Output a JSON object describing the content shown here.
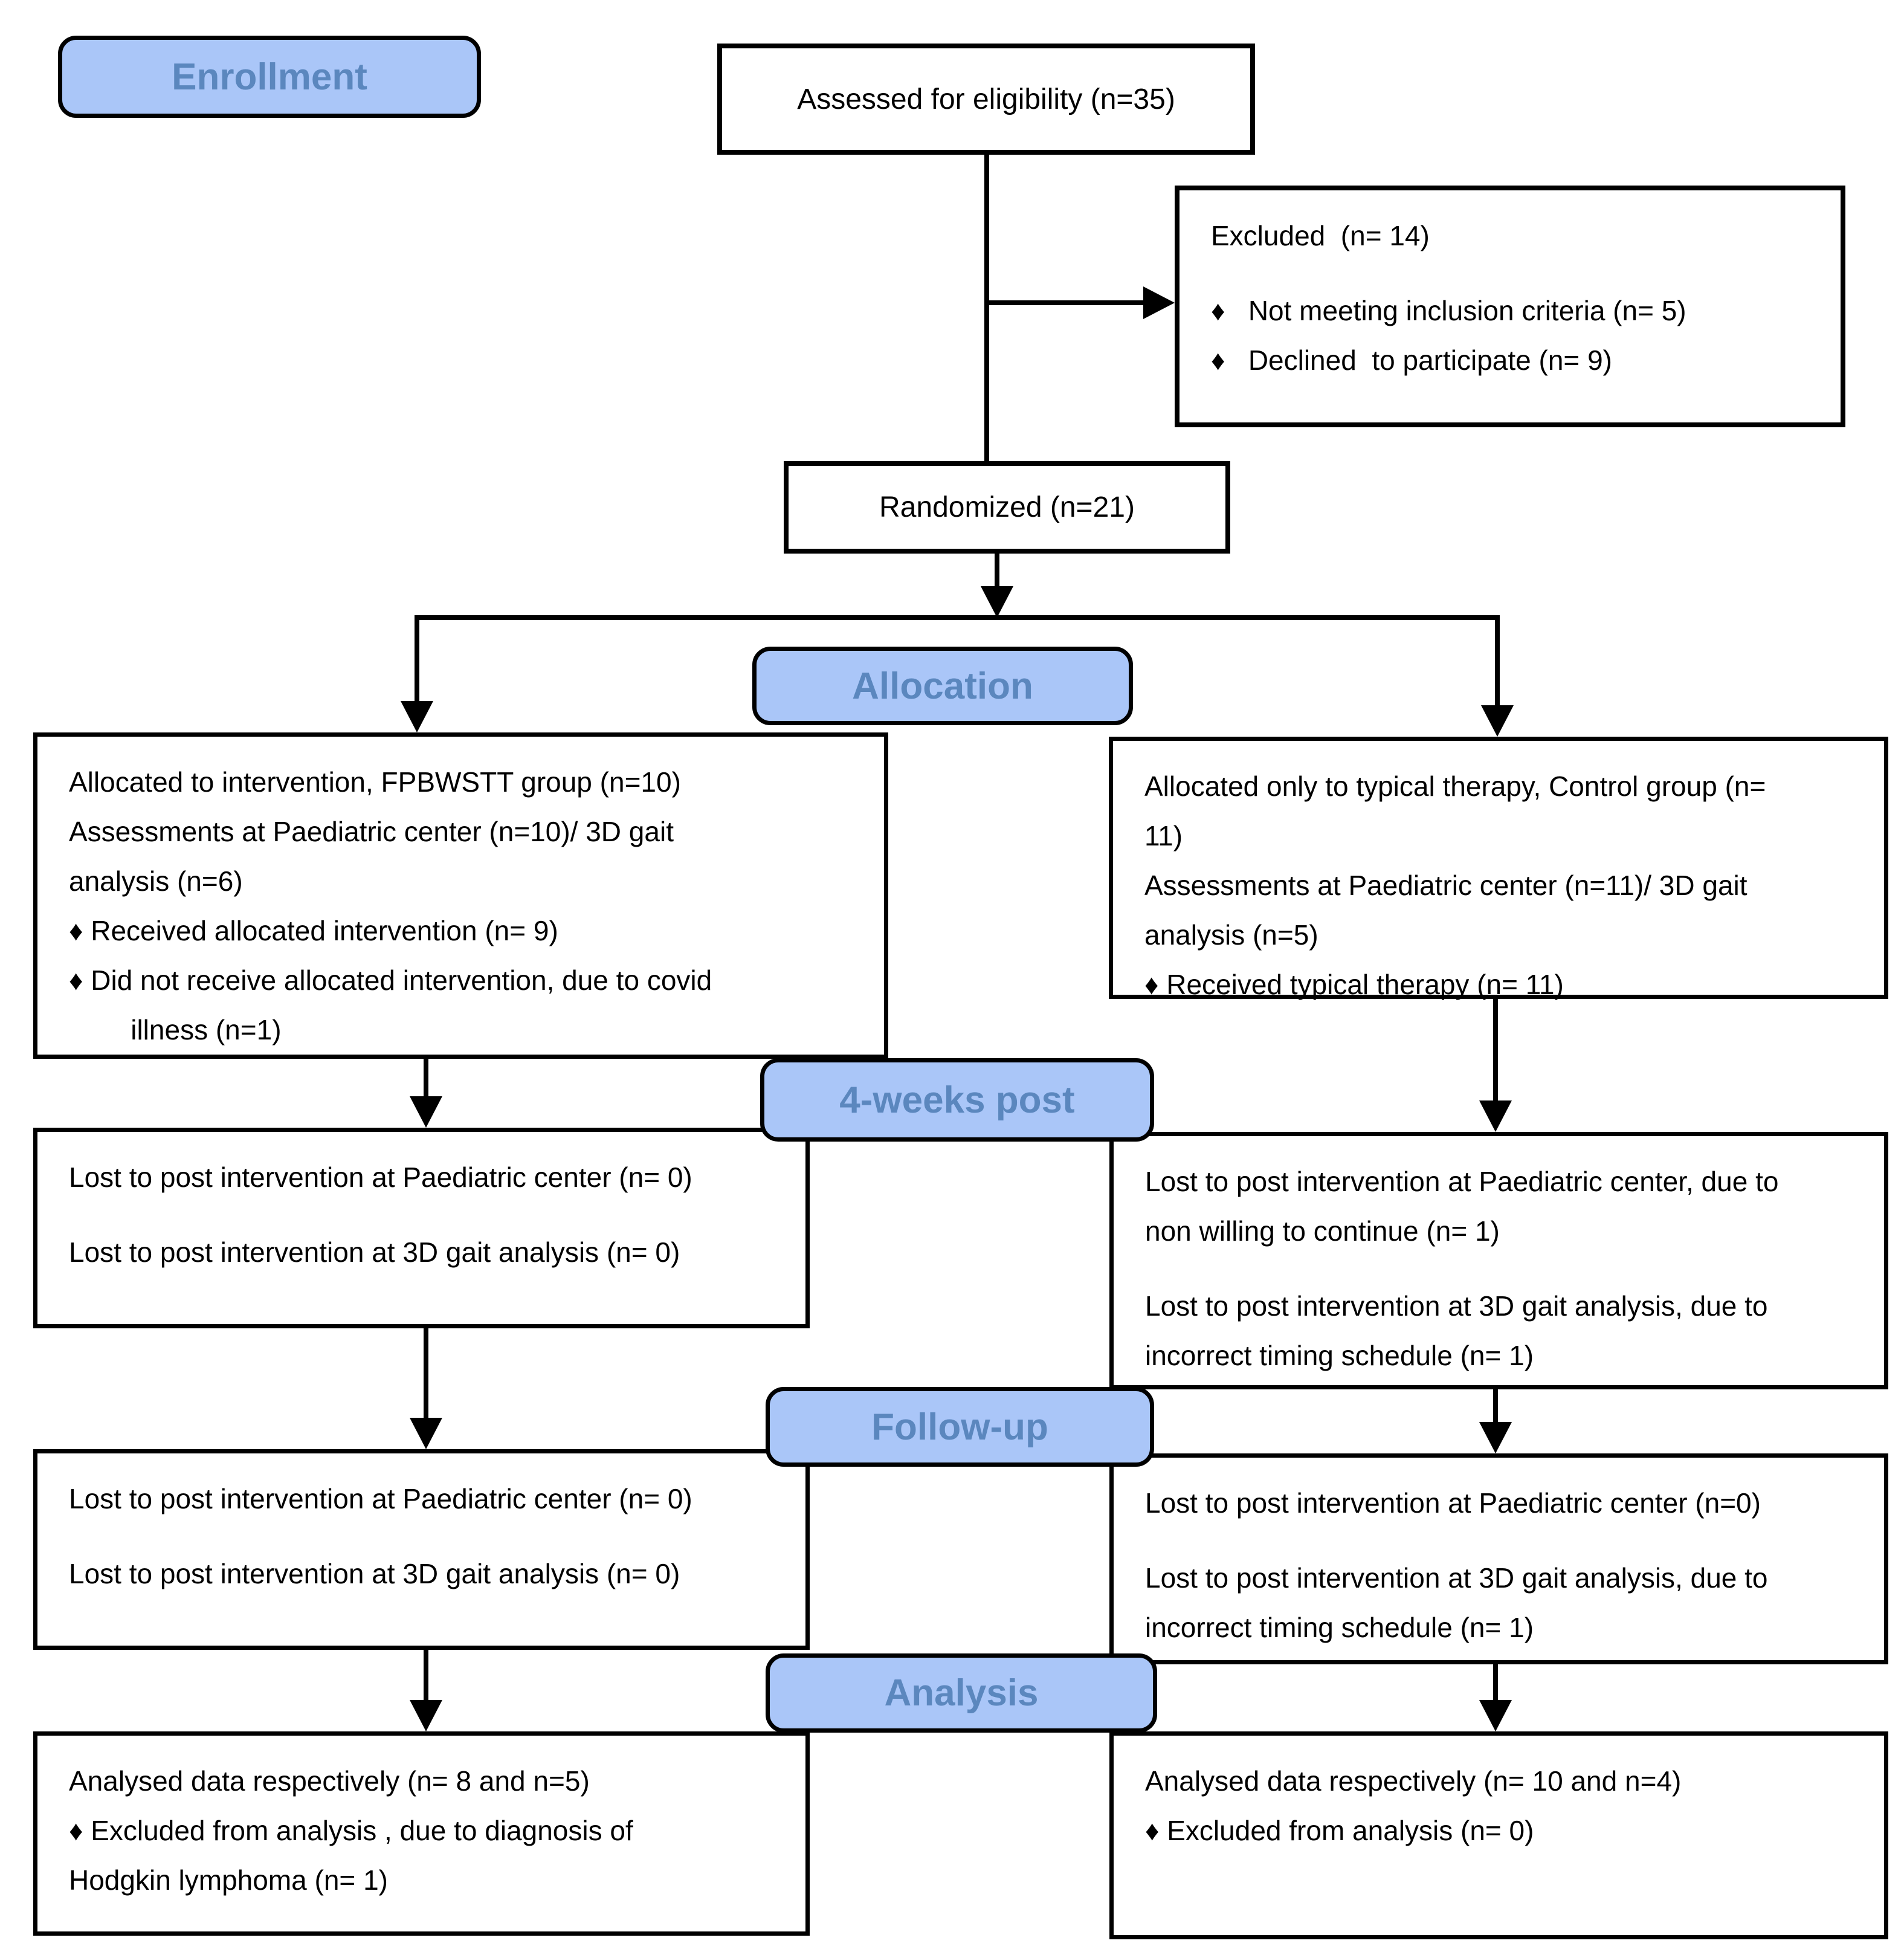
{
  "stage_labels": {
    "enrollment": "Enrollment",
    "allocation": "Allocation",
    "four_weeks_post": "4-weeks post",
    "follow_up": "Follow-up",
    "analysis": "Analysis"
  },
  "enrollment": {
    "assessed_text": "Assessed for eligibility (n=35)",
    "excluded_lines": [
      "Excluded  (n= 14)",
      "",
      "♦   Not meeting inclusion criteria (n= 5)",
      "♦   Declined  to participate (n= 9)"
    ],
    "randomized_text": "Randomized (n=21)"
  },
  "allocation": {
    "intervention_lines": [
      "Allocated to intervention, FPBWSTT group (n=10)",
      "Assessments at Paediatric center (n=10)/ 3D gait",
      "analysis (n=6)",
      "♦ Received allocated intervention (n= 9)",
      "♦ Did not receive allocated intervention, due to covid",
      "        illness (n=1)"
    ],
    "control_lines": [
      "Allocated only to typical therapy, Control group (n=",
      "11)",
      "Assessments at Paediatric center (n=11)/ 3D gait",
      "analysis (n=5)",
      "♦ Received typical therapy (n= 11)"
    ]
  },
  "four_weeks_post": {
    "intervention_lines": [
      "Lost to post intervention at Paediatric center (n= 0)",
      "",
      "Lost to post intervention at 3D gait analysis (n= 0)"
    ],
    "control_lines": [
      "Lost to post intervention at Paediatric center, due to",
      "non willing to continue (n= 1)",
      "",
      "Lost to post intervention at 3D gait analysis, due to",
      "incorrect timing schedule (n= 1)"
    ]
  },
  "follow_up": {
    "intervention_lines": [
      "Lost to post intervention at Paediatric center (n= 0)",
      "",
      "Lost to post intervention at 3D gait analysis (n= 0)"
    ],
    "control_lines": [
      "Lost to post intervention at Paediatric center (n=0)",
      "",
      "Lost to post intervention at 3D gait analysis, due to",
      "incorrect timing schedule (n= 1)"
    ]
  },
  "analysis": {
    "intervention_lines": [
      "Analysed data respectively (n= 8 and n=5)",
      "♦ Excluded from analysis , due to diagnosis of",
      "Hodgkin lymphoma (n= 1)"
    ],
    "control_lines": [
      "Analysed data respectively (n= 10 and n=4)",
      "♦ Excluded from analysis (n= 0)"
    ]
  },
  "colors": {
    "label_fill": "#aac6f8",
    "label_text": "#5b87be",
    "line": "#000000"
  }
}
